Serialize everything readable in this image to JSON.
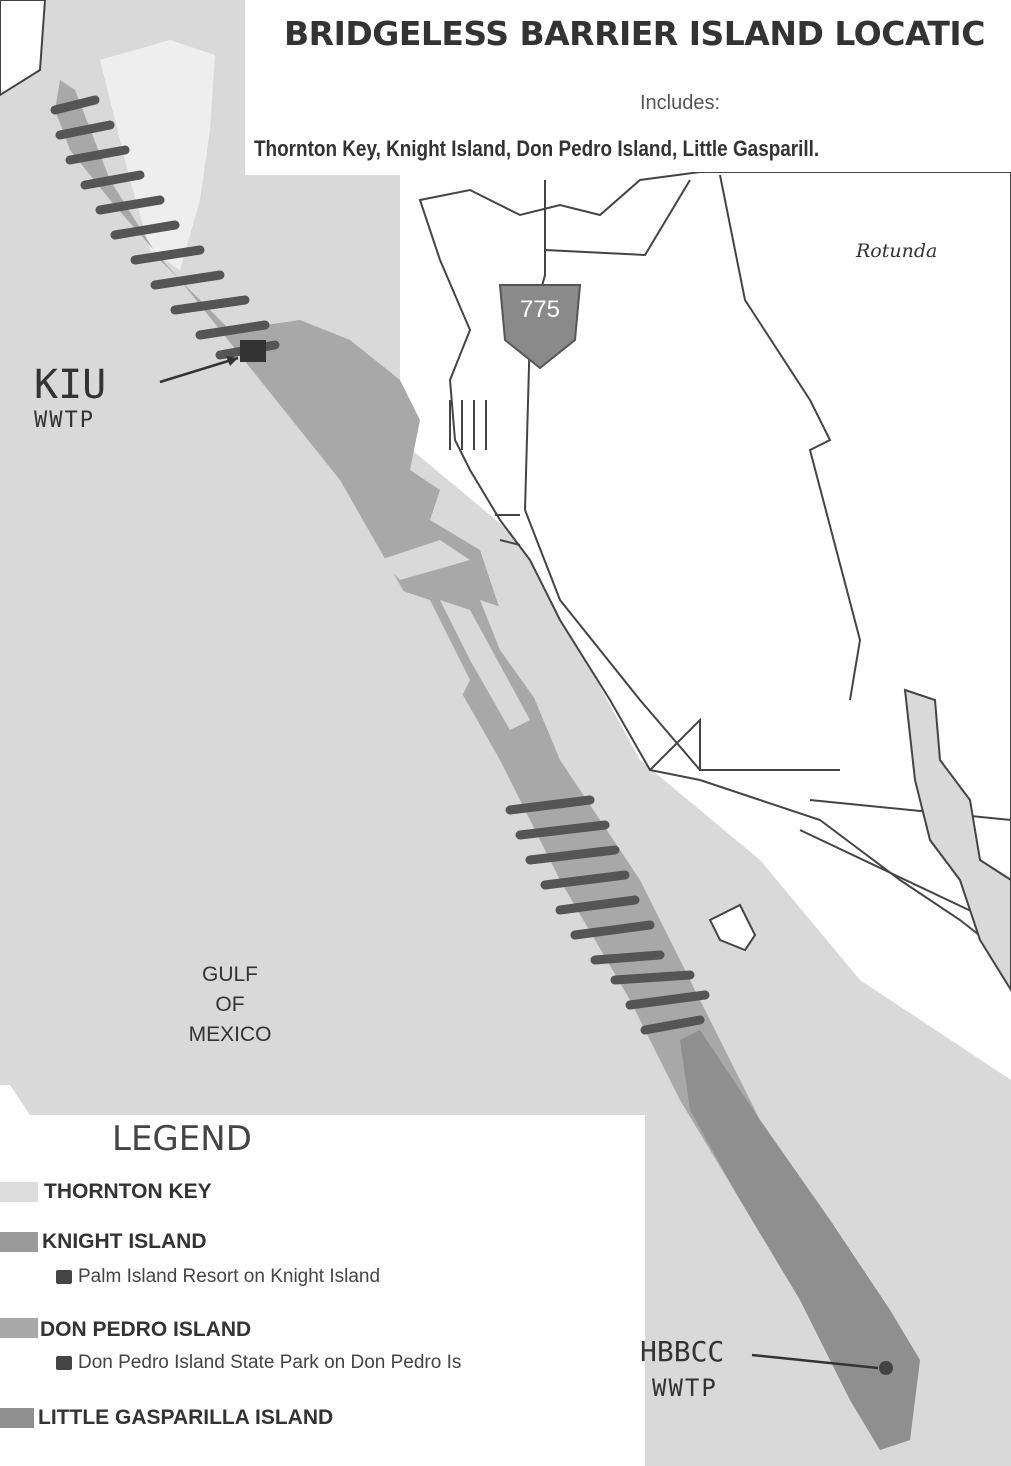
{
  "map": {
    "title": "BRIDGELESS BARRIER ISLAND LOCATIC",
    "includes_label": "Includes:",
    "islands_list": "Thornton Key, Knight Island, Don Pedro Island, Little Gasparill.",
    "town_label": "Rotunda",
    "road_number": "775",
    "water_label": [
      "GULF",
      "OF",
      "MEXICO"
    ],
    "annotations": {
      "kiu": "KIU",
      "kiu_sub": "WWTP",
      "hbbcc": "HBBCC",
      "hbbcc_sub": "WWTP"
    }
  },
  "legend": {
    "title": "LEGEND",
    "items": [
      {
        "label": "THORNTON KEY",
        "color": "#dcdcdc"
      },
      {
        "label": "KNIGHT ISLAND",
        "color": "#9a9a9a"
      },
      {
        "label": "DON PEDRO ISLAND",
        "color": "#a9a9a9"
      },
      {
        "label": "LITTLE GASPARILLA ISLAND",
        "color": "#8f8f8f"
      }
    ],
    "sub_items": [
      "Palm Island Resort on Knight Island",
      "Don Pedro Island State Park on Don Pedro Is"
    ]
  },
  "colors": {
    "water": "#d9d9d9",
    "land": "#ffffff",
    "island": "#a8a8a8",
    "stripe": "#555555",
    "lines": "#444444"
  }
}
